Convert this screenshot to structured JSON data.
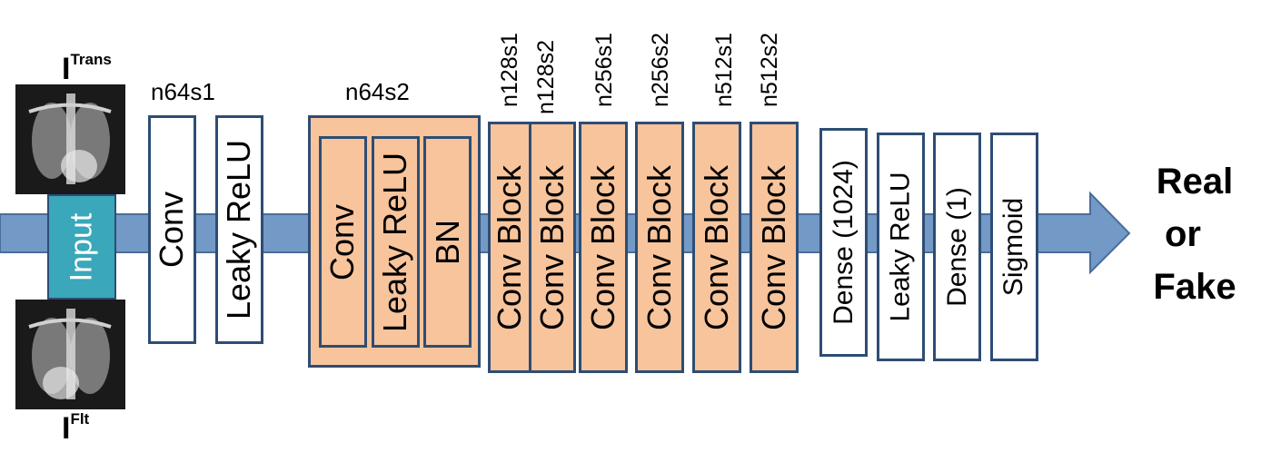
{
  "input": {
    "label": "Input",
    "top_image_label": {
      "base": "I",
      "sup": "Trans"
    },
    "bottom_image_label": {
      "base": "I",
      "sup": "Flt"
    }
  },
  "stage1": {
    "param": "n64s1",
    "blocks": [
      "Conv",
      "Leaky ReLU"
    ]
  },
  "stage2": {
    "param": "n64s2",
    "blocks": [
      "Conv",
      "Leaky ReLU",
      "BN"
    ]
  },
  "conv_blocks": [
    {
      "param": "n128s1",
      "label": "Conv Block"
    },
    {
      "param": "n128s2",
      "label": "Conv Block"
    },
    {
      "param": "n256s1",
      "label": "Conv Block"
    },
    {
      "param": "n256s2",
      "label": "Conv Block"
    },
    {
      "param": "n512s1",
      "label": "Conv Block"
    },
    {
      "param": "n512s2",
      "label": "Conv Block"
    }
  ],
  "head": [
    "Dense (1024)",
    "Leaky ReLU",
    "Dense (1)",
    "Sigmoid"
  ],
  "output": {
    "line1": "Real",
    "line2": "or",
    "line3": "Fake"
  },
  "colors": {
    "arrow_fill": "#7399c6",
    "arrow_stroke": "#4a6d9c",
    "border": "#2e4d74",
    "block_orange": "#f8c49c",
    "input_teal": "#3aa7ba"
  }
}
